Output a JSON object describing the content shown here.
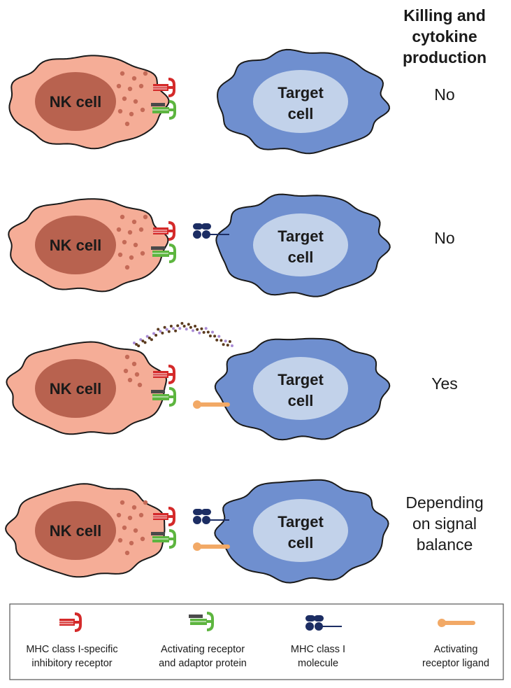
{
  "header": {
    "lines": [
      "Killing and",
      "cytokine",
      "production"
    ]
  },
  "rows": [
    {
      "nk_label": "NK cell",
      "target_label_1": "Target",
      "target_label_2": "cell",
      "outcome_lines": [
        "No"
      ],
      "target_mhc": false,
      "target_ligand": false,
      "secreting": false
    },
    {
      "nk_label": "NK cell",
      "target_label_1": "Target",
      "target_label_2": "cell",
      "outcome_lines": [
        "No"
      ],
      "target_mhc": true,
      "target_ligand": false,
      "secreting": false
    },
    {
      "nk_label": "NK cell",
      "target_label_1": "Target",
      "target_label_2": "cell",
      "outcome_lines": [
        "Yes"
      ],
      "target_mhc": false,
      "target_ligand": true,
      "secreting": true
    },
    {
      "nk_label": "NK cell",
      "target_label_1": "Target",
      "target_label_2": "cell",
      "outcome_lines": [
        "Depending",
        "on signal",
        "balance"
      ],
      "target_mhc": true,
      "target_ligand": true,
      "secreting": false
    }
  ],
  "legend": {
    "items": [
      {
        "icon": "inhibitory-receptor-icon",
        "lines": [
          "MHC class I-specific",
          "inhibitory receptor"
        ]
      },
      {
        "icon": "activating-receptor-icon",
        "lines": [
          "Activating receptor",
          "and adaptor protein"
        ]
      },
      {
        "icon": "mhc-class-i-icon",
        "lines": [
          "MHC class I",
          "molecule"
        ]
      },
      {
        "icon": "ligand-icon",
        "lines": [
          "Activating",
          "receptor ligand"
        ]
      }
    ]
  },
  "colors": {
    "nk_cell_fill": "#f5ad97",
    "nk_nucleus_fill": "#b8624f",
    "granule": "#c46a57",
    "target_cell_fill": "#6f8fcf",
    "target_nucleus_fill": "#c2d2ea",
    "inhibitory_receptor": "#d42a2a",
    "activating_receptor": "#5db53f",
    "adaptor_protein": "#4a4a4a",
    "mhc_molecule": "#1c2d63",
    "ligand": "#f2a966",
    "cytokine_brown": "#5a3a1e",
    "cytokine_purple": "#a98bd4",
    "outline": "#1a1a1a"
  }
}
